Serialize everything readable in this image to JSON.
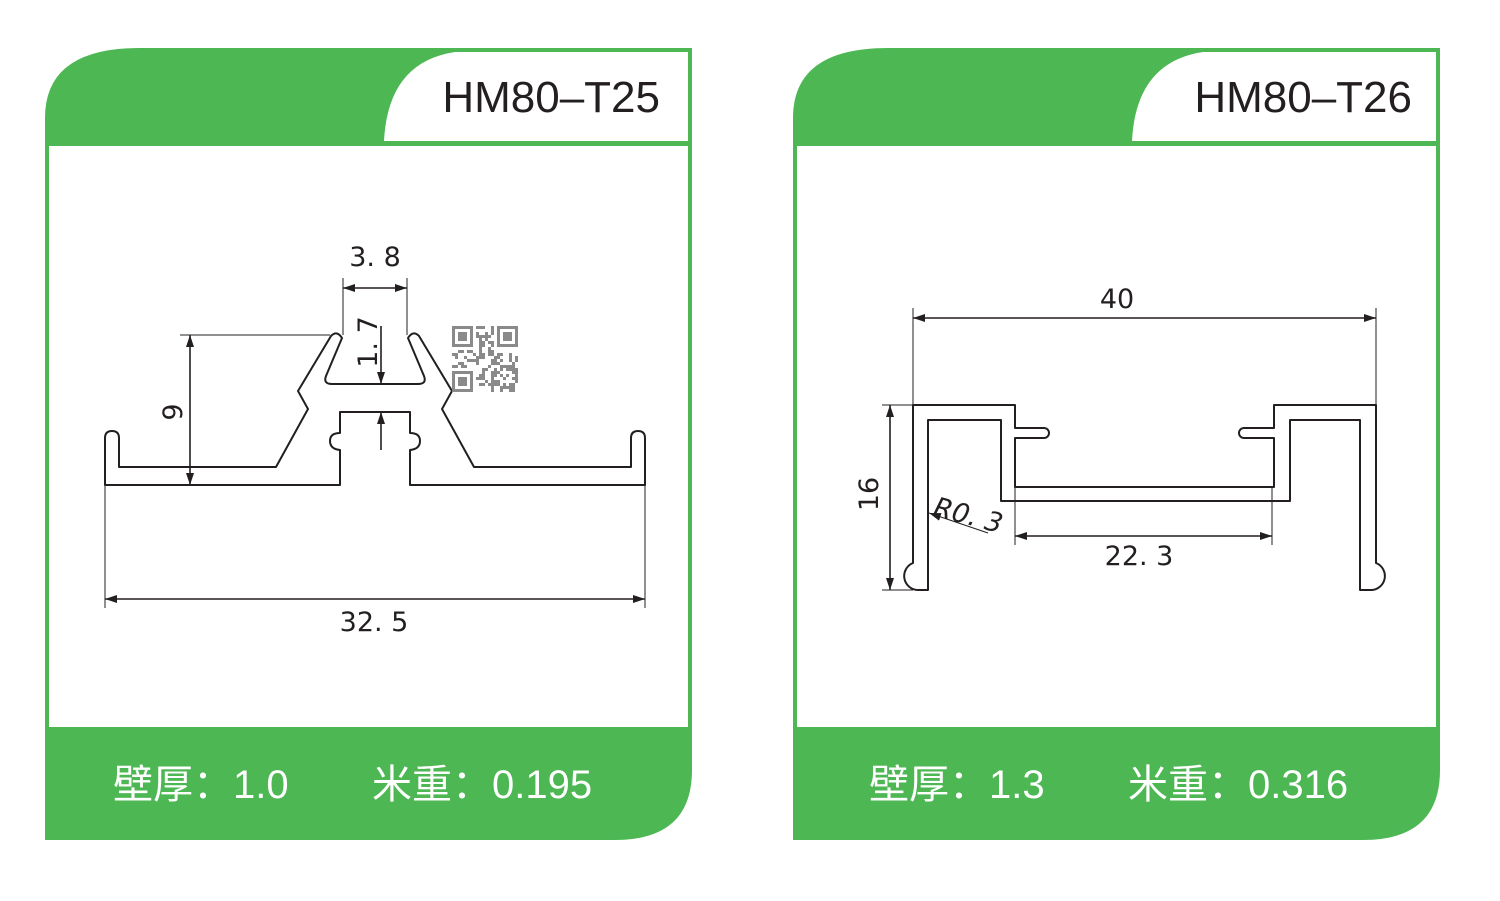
{
  "colors": {
    "accent": "#4cb753",
    "ink": "#231f20",
    "qr": "#8a8a8a"
  },
  "cards": [
    {
      "title": "HM80–T25",
      "wall_label": "壁厚：",
      "wall_value": "1.0",
      "weight_label": "米重：",
      "weight_value": "0.195",
      "dims": {
        "top": "3. 8",
        "gap": "1. 7",
        "height": "9",
        "width": "32. 5"
      }
    },
    {
      "title": "HM80–T26",
      "wall_label": "壁厚：",
      "wall_value": "1.3",
      "weight_label": "米重：",
      "weight_value": "0.316",
      "dims": {
        "width": "40",
        "height": "16",
        "inner": "22. 3",
        "radius": "R0. 3"
      }
    }
  ]
}
